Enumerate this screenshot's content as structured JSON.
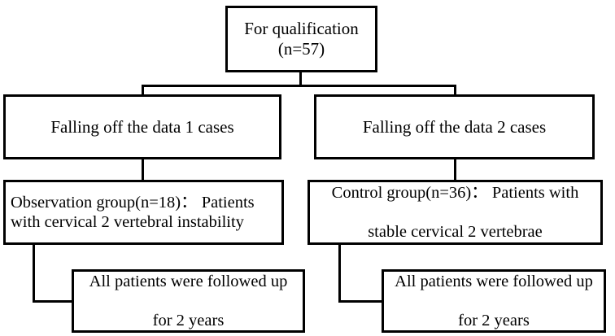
{
  "diagram": {
    "type": "flowchart",
    "title": "Participant enrollment and follow-up flowchart",
    "orientation": "top-down",
    "line_color": "#000000",
    "box_fill": "#ffffff",
    "text_color": "#000000",
    "nodes": {
      "top": {
        "id": "for-qualification",
        "line1": "For qualification",
        "line2": "(n=57)",
        "text": "For qualification\n(n=57)",
        "count": 57
      },
      "drop_left": {
        "id": "falling-off-left",
        "text": "Falling off the data 1 cases",
        "count": 1
      },
      "drop_right": {
        "id": "falling-off-right",
        "text": "Falling off the data 2 cases",
        "count": 2
      },
      "observation": {
        "id": "observation-group",
        "text": "Observation group(n=18)：  Patients with cervical 2 vertebral instability",
        "group": "Observation group",
        "count": 18
      },
      "control": {
        "id": "control-group",
        "line1": "Control group(n=36)：  Patients with",
        "line2": "stable cervical 2 vertebrae",
        "group": "Control group",
        "count": 36
      },
      "followup_left": {
        "id": "followup-observation",
        "line1": "All patients were followed up",
        "line2": "for 2 years",
        "years": 2
      },
      "followup_right": {
        "id": "followup-control",
        "line1": "All patients were followed up",
        "line2": "for 2 years",
        "years": 2
      }
    }
  }
}
